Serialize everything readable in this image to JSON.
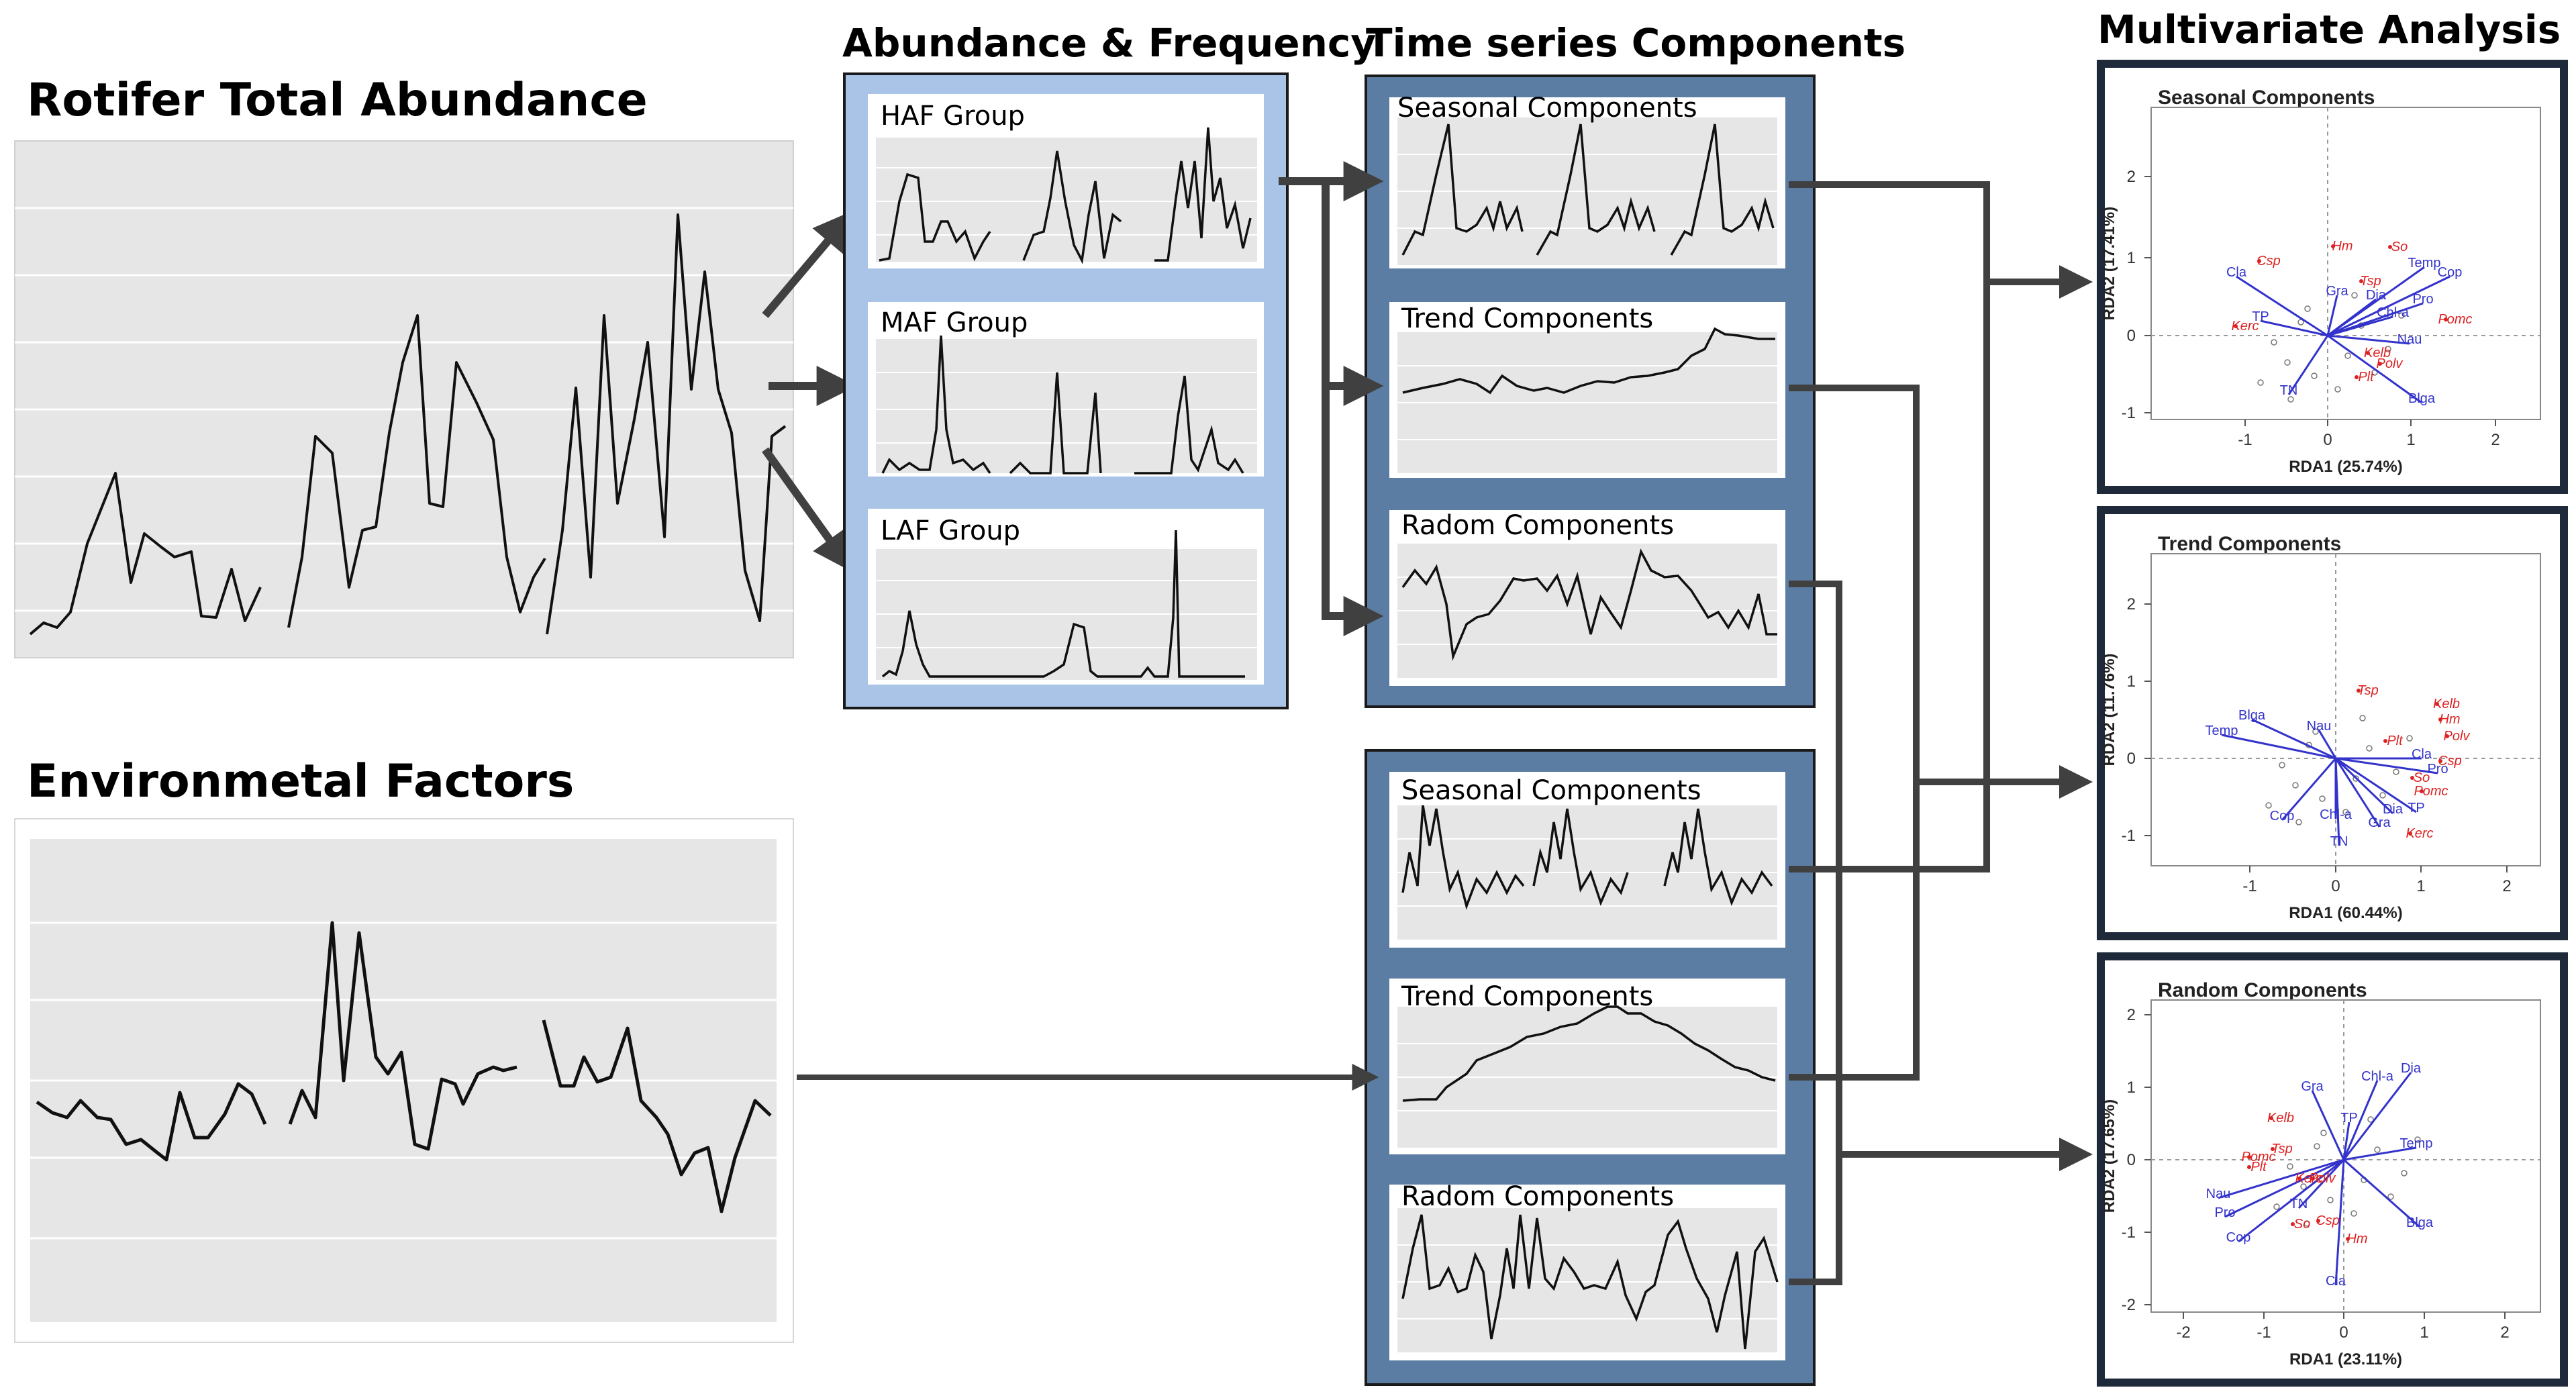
{
  "headings": {
    "rotifer": "Rotifer Total Abundance",
    "environmental": "Environmetal Factors",
    "abundance_frequency": "Abundance & Frequency",
    "time_series": "Time series Components",
    "multivariate": "Multivariate Analysis"
  },
  "groups": [
    {
      "label": "HAF Group"
    },
    {
      "label": "MAF Group"
    },
    {
      "label": "LAF Group"
    }
  ],
  "rotifer_components": [
    {
      "label": "Seasonal Components"
    },
    {
      "label": "Trend Components"
    },
    {
      "label": "Radom Components"
    }
  ],
  "env_components": [
    {
      "label": "Seasonal Components"
    },
    {
      "label": "Trend Components"
    },
    {
      "label": "Radom Components"
    }
  ],
  "rda": [
    {
      "title": "Seasonal Components",
      "xlabel": "RDA1 (25.74%)",
      "ylabel": "RDA2 (17.41%)",
      "xticks": [
        "-1",
        "0",
        "1",
        "2"
      ],
      "yticks": [
        "2",
        "1",
        "0",
        "-1"
      ],
      "blue_labels": [
        "Cla",
        "TP",
        "TN",
        "Gra",
        "Dia",
        "Chl-a",
        "Pro",
        "Temp",
        "Cop",
        "Nau",
        "Blga"
      ],
      "red_labels": [
        "Csp",
        "Kerc",
        "Hm",
        "So",
        "Tsp",
        "Pomc",
        "Kelb",
        "Polv",
        "Plt"
      ]
    },
    {
      "title": "Trend Components",
      "xlabel": "RDA1 (60.44%)",
      "ylabel": "RDA2 (11.76%)",
      "xticks": [
        "-1",
        "0",
        "1",
        "2"
      ],
      "yticks": [
        "2",
        "1",
        "0",
        "-1"
      ],
      "blue_labels": [
        "Blga",
        "Temp",
        "Nau",
        "Cop",
        "Chl-a",
        "TN",
        "Dia",
        "Gra",
        "TP",
        "Pro",
        "Cla"
      ],
      "red_labels": [
        "Tsp",
        "Kelb",
        "Hm",
        "Polv",
        "Plt",
        "Csp",
        "So",
        "Pomc",
        "Kerc"
      ]
    },
    {
      "title": "Random Components",
      "xlabel": "RDA1 (23.11%)",
      "ylabel": "RDA2 (17.65%)",
      "xticks": [
        "-2",
        "-1",
        "0",
        "1",
        "2"
      ],
      "yticks": [
        "2",
        "1",
        "0",
        "-1",
        "-2"
      ],
      "blue_labels": [
        "Dia",
        "Chl-a",
        "Gra",
        "TP",
        "Temp",
        "Nau",
        "Pro",
        "Cop",
        "TN",
        "Cla",
        "Blga"
      ],
      "red_labels": [
        "Kelb",
        "Tsp",
        "Pomc",
        "Plt",
        "Polv",
        "Kerc",
        "So",
        "Csp",
        "Hm"
      ]
    }
  ],
  "colors": {
    "blue_frame": "#5b7da3",
    "light_frame": "#a9c4e6",
    "plot_bg": "#e6e6e6",
    "arrow": "#404040",
    "rda_blue": "#3333cc",
    "rda_red": "#dd2222"
  }
}
